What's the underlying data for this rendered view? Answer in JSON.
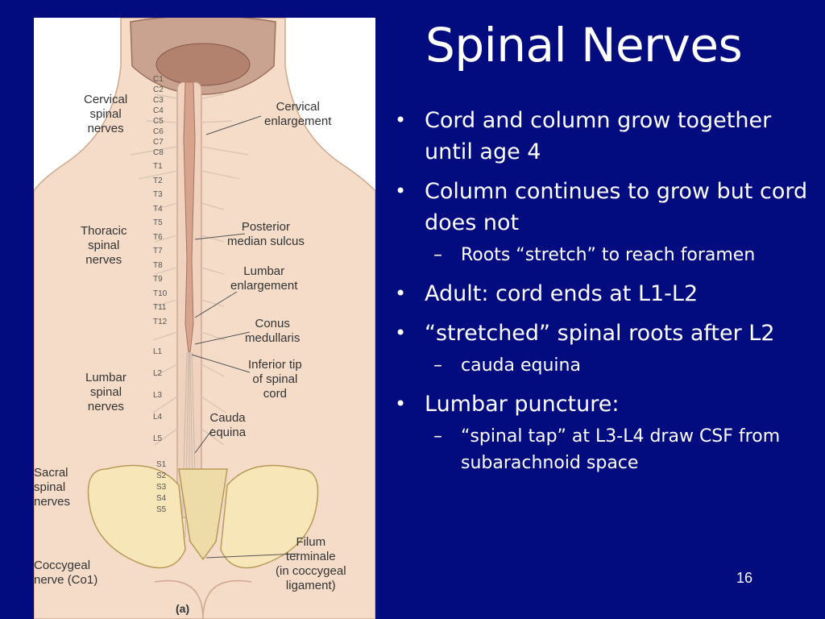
{
  "slide": {
    "title": "Spinal Nerves",
    "page_number": "16",
    "bullets": [
      {
        "text": "Cord and column grow together until age 4",
        "subs": []
      },
      {
        "text": "Column continues to grow but cord does not",
        "subs": [
          "Roots “stretch” to reach foramen"
        ]
      },
      {
        "text": "Adult:  cord ends at L1-L2",
        "subs": []
      },
      {
        "text": "“stretched” spinal roots after L2",
        "subs": [
          "cauda equina"
        ]
      },
      {
        "text": "Lumbar puncture:",
        "subs": [
          "“spinal tap” at L3-L4 draw CSF from subarachnoid space"
        ]
      }
    ]
  },
  "figure": {
    "labels_left": {
      "cervical": "Cervical\nspinal\nnerves",
      "thoracic": "Thoracic\nspinal\nnerves",
      "lumbar": "Lumbar\nspinal\nnerves",
      "sacral": "Sacral\nspinal\nnerves",
      "coccygeal": "Coccygeal\nnerve (Co1)"
    },
    "labels_right": {
      "cervical_enlargement": "Cervical\nenlargement",
      "posterior_median_sulcus": "Posterior\nmedian sulcus",
      "lumbar_enlargement": "Lumbar\nenlargement",
      "conus_medullaris": "Conus\nmedullaris",
      "inferior_tip": "Inferior tip\nof spinal\ncord",
      "cauda_equina": "Cauda\nequina",
      "filum_terminale": "Filum\nterminale\n(in coccygeal\nligament)"
    },
    "panel_letter": "(a)",
    "segments": [
      "C1",
      "C2",
      "C3",
      "C4",
      "C5",
      "C6",
      "C7",
      "C8",
      "T1",
      "T2",
      "T3",
      "T4",
      "T5",
      "T6",
      "T7",
      "T8",
      "T9",
      "T10",
      "T11",
      "T12",
      "L1",
      "L2",
      "L3",
      "L4",
      "L5",
      "S1",
      "S2",
      "S3",
      "S4",
      "S5"
    ]
  }
}
